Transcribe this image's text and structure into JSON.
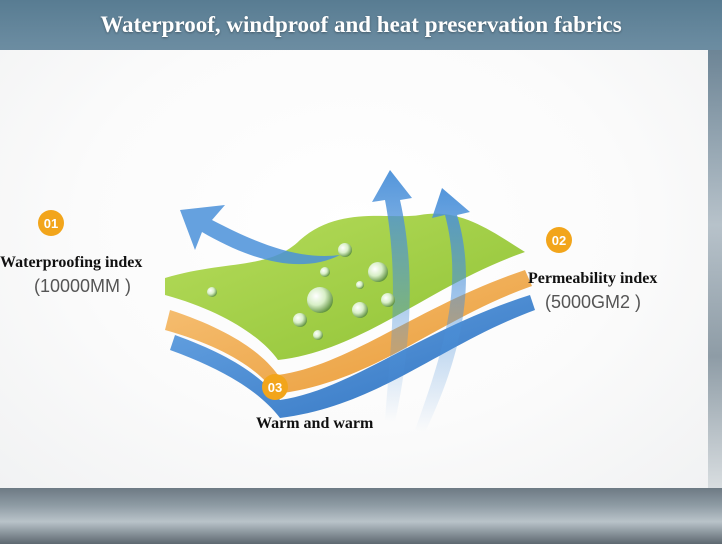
{
  "banner": {
    "title": "Waterproof, windproof and heat preservation fabrics"
  },
  "features": [
    {
      "number": "01",
      "label": "Waterproofing index",
      "value": "(10000MM )"
    },
    {
      "number": "02",
      "label": "Permeability index",
      "value": "(5000GM2 )"
    },
    {
      "number": "03",
      "label": "Warm and warm"
    }
  ],
  "colors": {
    "badge": "#f2a51b",
    "layer_top": "#9bcf3a",
    "layer_middle": "#f0a94a",
    "layer_bottom": "#3f85d2",
    "arrow": "#4a90d9"
  },
  "illustration": {
    "icon": "fabric-layers-icon"
  }
}
